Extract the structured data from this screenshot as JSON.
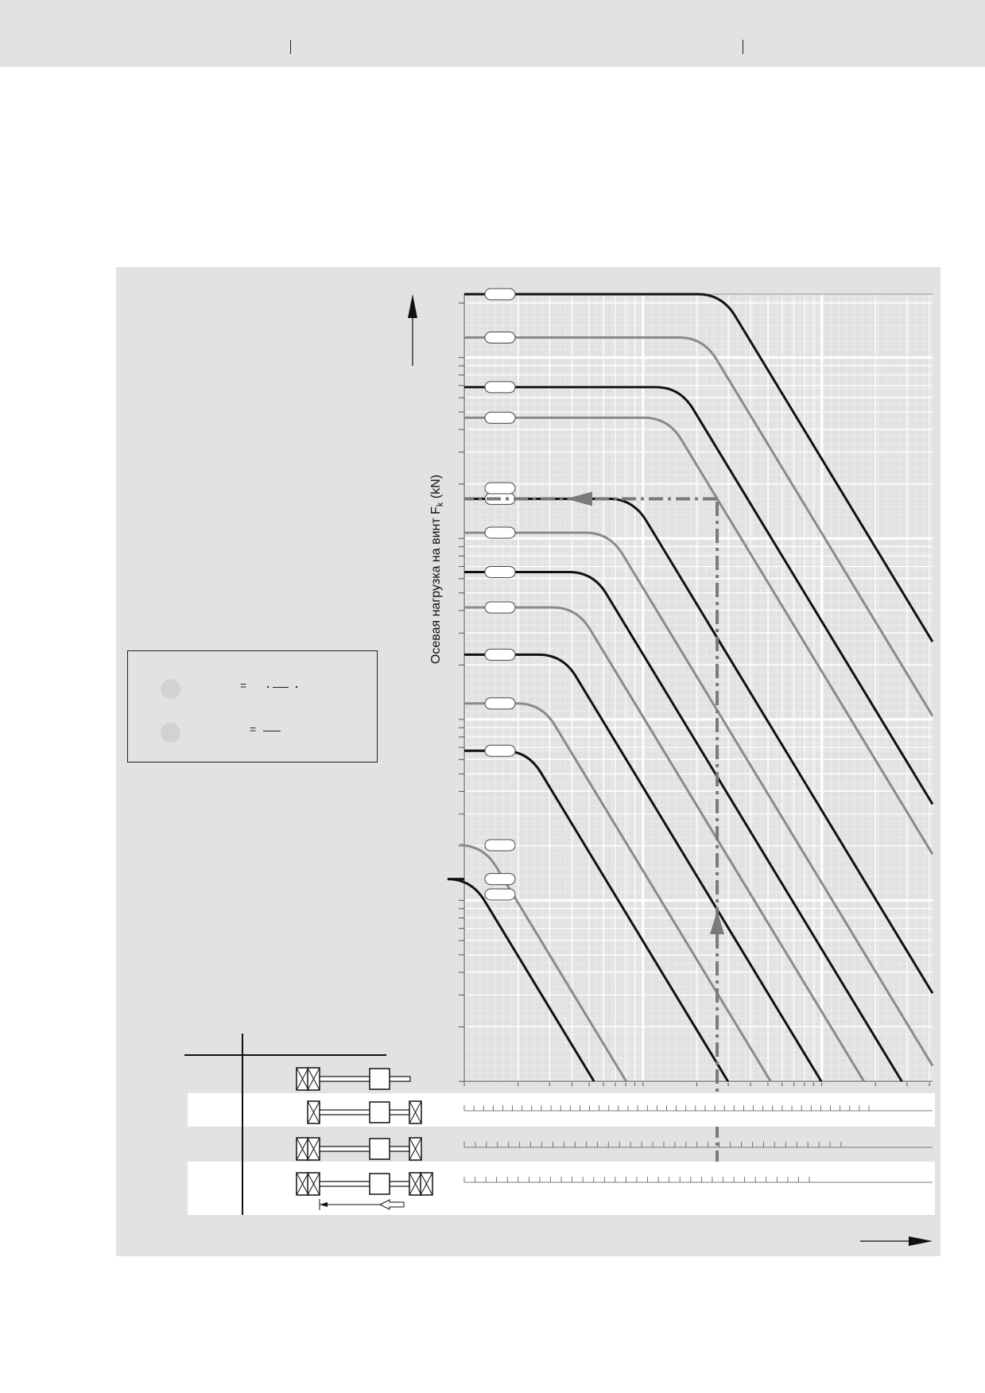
{
  "header": {
    "title": ""
  },
  "chart_data": {
    "type": "line",
    "title": "",
    "ylabel": "Осевая нагрузка на винт F",
    "ylabel_sub": "k",
    "ylabel_unit": " (kN)",
    "xlabel": "",
    "scale": "log-log",
    "grid": true,
    "curve_labels_visible": false,
    "series": [
      {
        "name": "",
        "color": "#111111",
        "plateau": 1.0,
        "knee": 0.55
      },
      {
        "name": "",
        "color": "#8a8a8a",
        "plateau": 0.945,
        "knee": 0.51
      },
      {
        "name": "",
        "color": "#111111",
        "plateau": 0.882,
        "knee": 0.46
      },
      {
        "name": "",
        "color": "#8a8a8a",
        "plateau": 0.843,
        "knee": 0.435
      },
      {
        "name": "",
        "color": "#111111",
        "plateau": 0.74,
        "knee": 0.36
      },
      {
        "name": "",
        "color": "#8a8a8a",
        "plateau": 0.697,
        "knee": 0.31
      },
      {
        "name": "",
        "color": "#111111",
        "plateau": 0.647,
        "knee": 0.275
      },
      {
        "name": "",
        "color": "#8a8a8a",
        "plateau": 0.602,
        "knee": 0.24
      },
      {
        "name": "",
        "color": "#111111",
        "plateau": 0.542,
        "knee": 0.21
      },
      {
        "name": "",
        "color": "#8a8a8a",
        "plateau": 0.48,
        "knee": 0.165
      },
      {
        "name": "",
        "color": "#111111",
        "plateau": 0.42,
        "knee": 0.135
      },
      {
        "name": "",
        "color": "#8a8a8a",
        "plateau": 0.3,
        "knee": 0.04
      },
      {
        "name": "",
        "color": "#111111",
        "plateau": 0.257,
        "knee": 0.015
      }
    ],
    "example_reading": {
      "x_fraction": 0.54,
      "y_fraction": 0.74
    },
    "mounting_cases": [
      {
        "label": "",
        "scale_visible": true
      },
      {
        "label": "",
        "scale_visible": true
      },
      {
        "label": "",
        "scale_visible": true
      },
      {
        "label": "",
        "scale_visible": true
      }
    ]
  },
  "legend": {
    "items": [
      {
        "symbol": "",
        "eq": "=",
        "style": "dash-dot"
      },
      {
        "symbol": "",
        "eq": "=",
        "style": "solid"
      }
    ]
  }
}
